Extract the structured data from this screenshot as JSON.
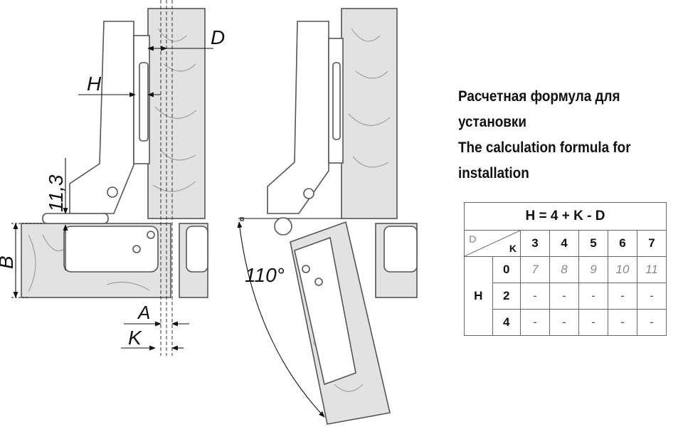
{
  "diagram": {
    "labels": {
      "D": "D",
      "H": "H",
      "dim_11_3": "11,3",
      "B": "B",
      "A": "A",
      "K": "K",
      "angle": "110°"
    }
  },
  "caption": {
    "line_ru_1": "Расчетная формула для",
    "line_ru_2": "установки",
    "line_en_1": "The calculation formula for",
    "line_en_2": "installation"
  },
  "table": {
    "formula": "H =  4  + K - D",
    "corner_d": "D",
    "corner_k": "K",
    "row_header": "H",
    "d_values": [
      "3",
      "4",
      "5",
      "6",
      "7"
    ],
    "rows": [
      {
        "k": "0",
        "values": [
          "7",
          "8",
          "9",
          "10",
          "11"
        ]
      },
      {
        "k": "2",
        "values": [
          "-",
          "-",
          "-",
          "-",
          "-"
        ]
      },
      {
        "k": "4",
        "values": [
          "-",
          "-",
          "-",
          "-",
          "-"
        ]
      }
    ]
  },
  "colors": {
    "wood_fill": "#e2e2e2",
    "outline": "#555555",
    "value_text": "#888888"
  }
}
